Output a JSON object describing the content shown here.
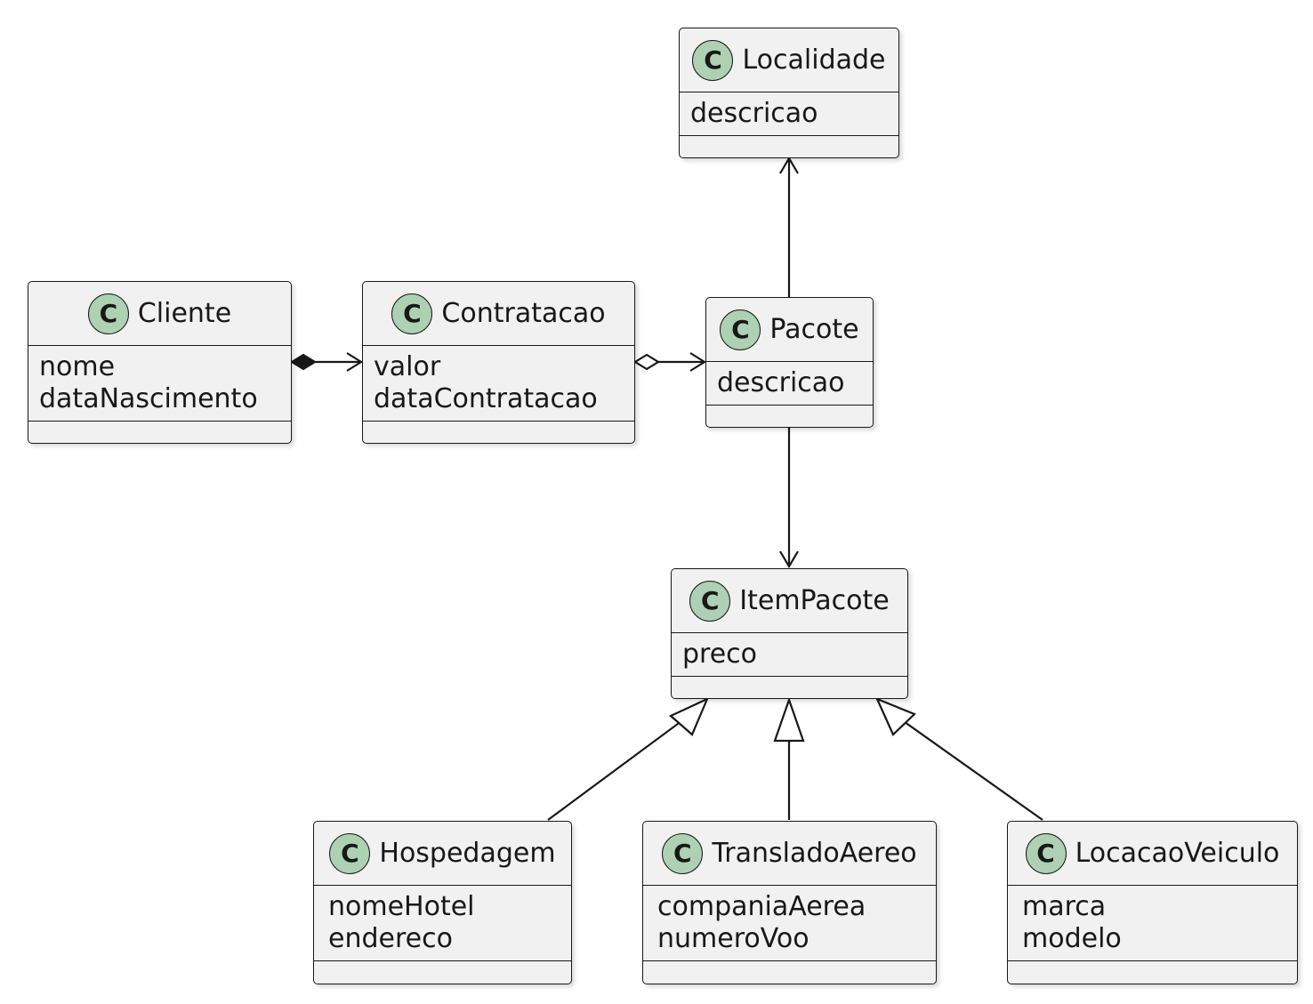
{
  "classes": {
    "localidade": {
      "name": "Localidade",
      "badge": "C",
      "attributes": [
        "descricao"
      ]
    },
    "cliente": {
      "name": "Cliente",
      "badge": "C",
      "attributes": [
        "nome",
        "dataNascimento"
      ]
    },
    "contratacao": {
      "name": "Contratacao",
      "badge": "C",
      "attributes": [
        "valor",
        "dataContratacao"
      ]
    },
    "pacote": {
      "name": "Pacote",
      "badge": "C",
      "attributes": [
        "descricao"
      ]
    },
    "itempacote": {
      "name": "ItemPacote",
      "badge": "C",
      "attributes": [
        "preco"
      ]
    },
    "hospedagem": {
      "name": "Hospedagem",
      "badge": "C",
      "attributes": [
        "nomeHotel",
        "endereco"
      ]
    },
    "transladoaereo": {
      "name": "TransladoAereo",
      "badge": "C",
      "attributes": [
        "companiaAerea",
        "numeroVoo"
      ]
    },
    "locacaoveiculo": {
      "name": "LocacaoVeiculo",
      "badge": "C",
      "attributes": [
        "marca",
        "modelo"
      ]
    }
  },
  "relations": [
    {
      "from": "Cliente",
      "to": "Contratacao",
      "type": "composition"
    },
    {
      "from": "Contratacao",
      "to": "Pacote",
      "type": "aggregation"
    },
    {
      "from": "Pacote",
      "to": "Localidade",
      "type": "association"
    },
    {
      "from": "Pacote",
      "to": "ItemPacote",
      "type": "association"
    },
    {
      "from": "Hospedagem",
      "to": "ItemPacote",
      "type": "generalization"
    },
    {
      "from": "TransladoAereo",
      "to": "ItemPacote",
      "type": "generalization"
    },
    {
      "from": "LocacaoVeiculo",
      "to": "ItemPacote",
      "type": "generalization"
    }
  ]
}
